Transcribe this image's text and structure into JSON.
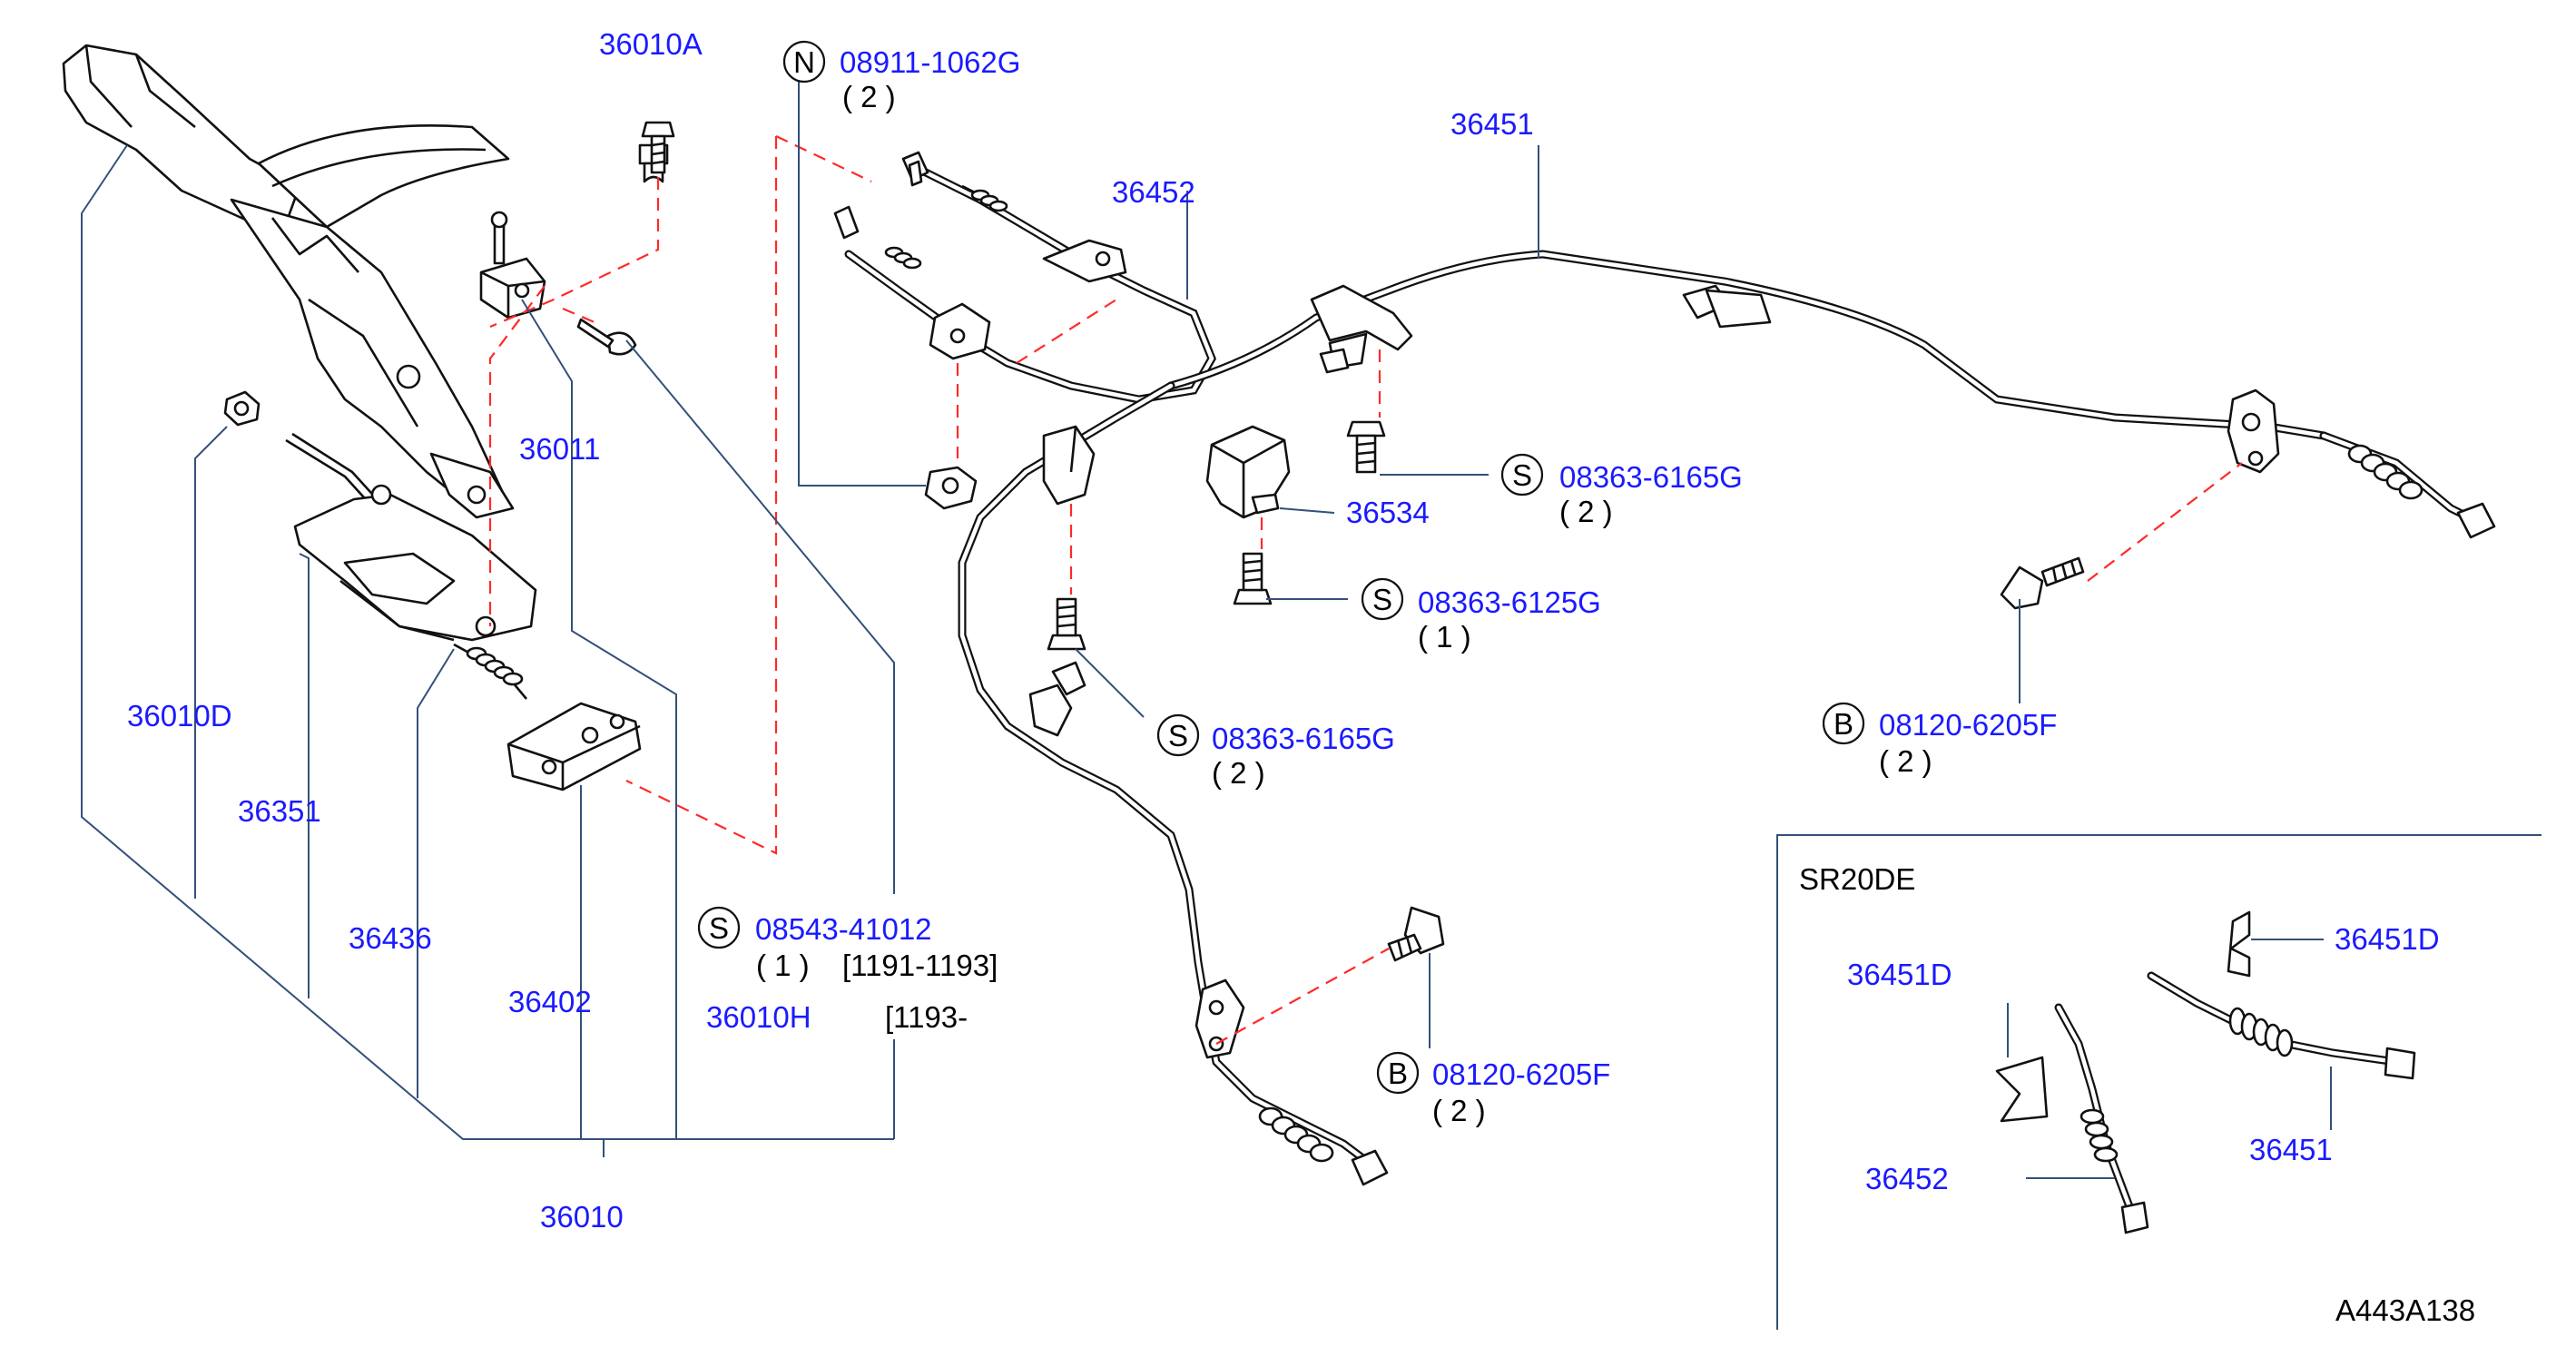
{
  "diagram_code": "A443A138",
  "inset_title": "SR20DE",
  "symbols": {
    "N": "N",
    "S": "S",
    "B": "B"
  },
  "labels": {
    "p36010A": "36010A",
    "p08911": "08911-1062G",
    "q08911": "( 2 )",
    "p36452": "36452",
    "p36451": "36451",
    "p36011": "36011",
    "p36010D": "36010D",
    "p36351": "36351",
    "p36436": "36436",
    "p36402": "36402",
    "p36010": "36010",
    "p08543": "08543-41012",
    "q08543": "( 1 )",
    "d08543": "[1191-1193]",
    "p36010H": "36010H",
    "d36010H": "[1193-",
    "p36534": "36534",
    "p08363a": "08363-6165G",
    "q08363a": "( 2 )",
    "p08363b": "08363-6125G",
    "q08363b": "( 1 )",
    "p08363c": "08363-6165G",
    "q08363c": "( 2 )",
    "p08120a": "08120-6205F",
    "q08120a": "( 2 )",
    "p08120b": "08120-6205F",
    "q08120b": "( 2 )",
    "i36451Da": "36451D",
    "i36451Db": "36451D",
    "i36452": "36452",
    "i36451": "36451"
  }
}
